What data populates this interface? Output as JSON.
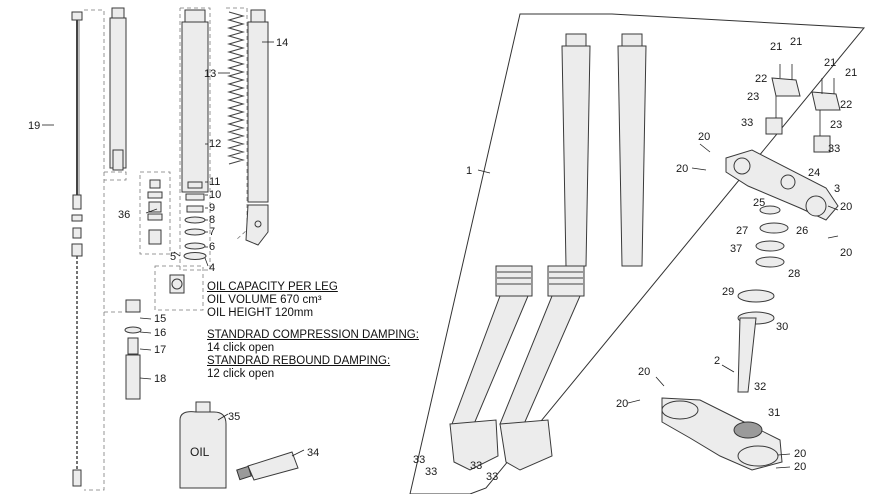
{
  "notes": {
    "oil_heading": "OIL CAPACITY PER LEG",
    "oil_volume": "OIL VOLUME 670 cm³",
    "oil_height": "OIL HEIGHT 120mm",
    "compression_heading": "STANDRAD COMPRESSION DAMPING:",
    "compression_value": "14 click open",
    "rebound_heading": "STANDRAD REBOUND DAMPING:",
    "rebound_value": "12 click open"
  },
  "oil_bottle_label": "OIL",
  "callouts": {
    "c1": "1",
    "c2": "2",
    "c3": "3",
    "c4": "4",
    "c5": "5",
    "c6": "6",
    "c7": "7",
    "c8": "8",
    "c9": "9",
    "c10": "10",
    "c11": "11",
    "c12": "12",
    "c13": "13",
    "c14": "14",
    "c15": "15",
    "c16": "16",
    "c17": "17",
    "c18": "18",
    "c19": "19",
    "c20a": "20",
    "c20b": "20",
    "c20c": "20",
    "c20d": "20",
    "c20e": "20",
    "c20f": "20",
    "c20g": "20",
    "c20h": "20",
    "c21a": "21",
    "c21b": "21",
    "c21c": "21",
    "c21d": "21",
    "c22a": "22",
    "c22b": "22",
    "c23a": "23",
    "c23b": "23",
    "c24": "24",
    "c25": "25",
    "c26": "26",
    "c27": "27",
    "c28": "28",
    "c29": "29",
    "c30": "30",
    "c31": "31",
    "c32": "32",
    "c33a": "33",
    "c33b": "33",
    "c33c": "33",
    "c33d": "33",
    "c33e": "33",
    "c33f": "33",
    "c34": "34",
    "c35": "35",
    "c36": "36",
    "c37": "37"
  }
}
